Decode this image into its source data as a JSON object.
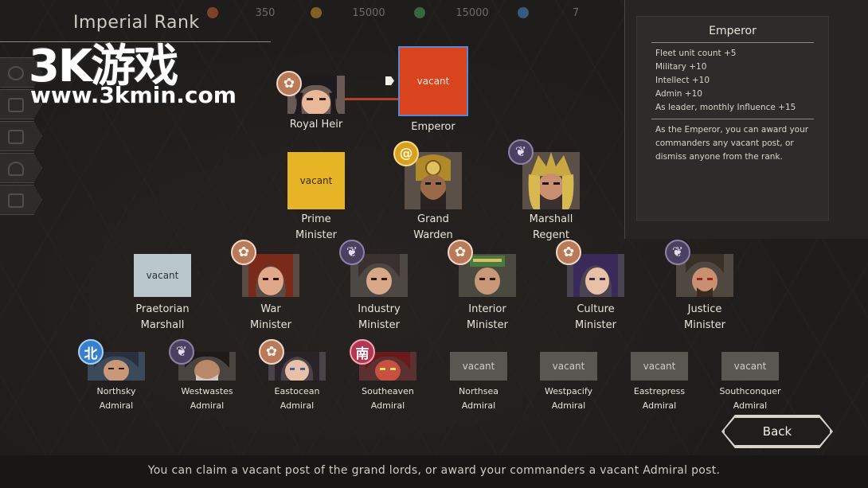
{
  "resources": [
    {
      "value": "350",
      "color": "#c05a3a",
      "icon": "heart-icon"
    },
    {
      "value": "15000",
      "color": "#c09030",
      "icon": "coin-icon"
    },
    {
      "value": "15000",
      "color": "#4a9a5a",
      "icon": "leaf-icon"
    },
    {
      "value": "7",
      "color": "#4a80c0",
      "icon": "gem-icon"
    }
  ],
  "title": "Imperial Rank",
  "watermark": {
    "brand": "3K游戏",
    "url": "www.3kmin.com"
  },
  "vacant_label": "vacant",
  "top_row": {
    "royal_heir": {
      "name": "Royal Heir"
    },
    "emperor": {
      "name": "Emperor"
    }
  },
  "second_row": {
    "prime_minister": {
      "line1": "Prime",
      "line2": "Minister"
    },
    "grand_warden": {
      "line1": "Grand",
      "line2": "Warden"
    },
    "marshall_regent": {
      "line1": "Marshall",
      "line2": "Regent"
    }
  },
  "ministers": [
    {
      "line1": "Praetorian",
      "line2": "Marshall"
    },
    {
      "line1": "War",
      "line2": "Minister"
    },
    {
      "line1": "Industry",
      "line2": "Minister"
    },
    {
      "line1": "Interior",
      "line2": "Minister"
    },
    {
      "line1": "Culture",
      "line2": "Minister"
    },
    {
      "line1": "Justice",
      "line2": "Minister"
    }
  ],
  "admirals": [
    {
      "line1": "Northsky",
      "line2": "Admiral",
      "badge": "北"
    },
    {
      "line1": "Westwastes",
      "line2": "Admiral"
    },
    {
      "line1": "Eastocean",
      "line2": "Admiral"
    },
    {
      "line1": "Southeaven",
      "line2": "Admiral",
      "badge": "南"
    },
    {
      "line1": "Northsea",
      "line2": "Admiral"
    },
    {
      "line1": "Westpacify",
      "line2": "Admiral"
    },
    {
      "line1": "Eastrepress",
      "line2": "Admiral"
    },
    {
      "line1": "Southconquer",
      "line2": "Admiral"
    }
  ],
  "panel": {
    "title": "Emperor",
    "stats": [
      "Fleet unit count +5",
      "Military +10",
      "Intellect +10",
      "Admin +10",
      "As leader, monthly Influence +15"
    ],
    "description": "As the Emperor, you can award your commanders any vacant post, or dismiss anyone from the rank."
  },
  "back_label": "Back",
  "footer": "You can claim a vacant post of the grand lords, or award your commanders a vacant Admiral post.",
  "colors": {
    "emperor_vacant": "#d9431e",
    "emperor_border": "#5d86d6",
    "prime_vacant": "#e6b425",
    "praetorian_vacant": "#b9c6cc",
    "admiral_vacant": "#5a5753"
  }
}
